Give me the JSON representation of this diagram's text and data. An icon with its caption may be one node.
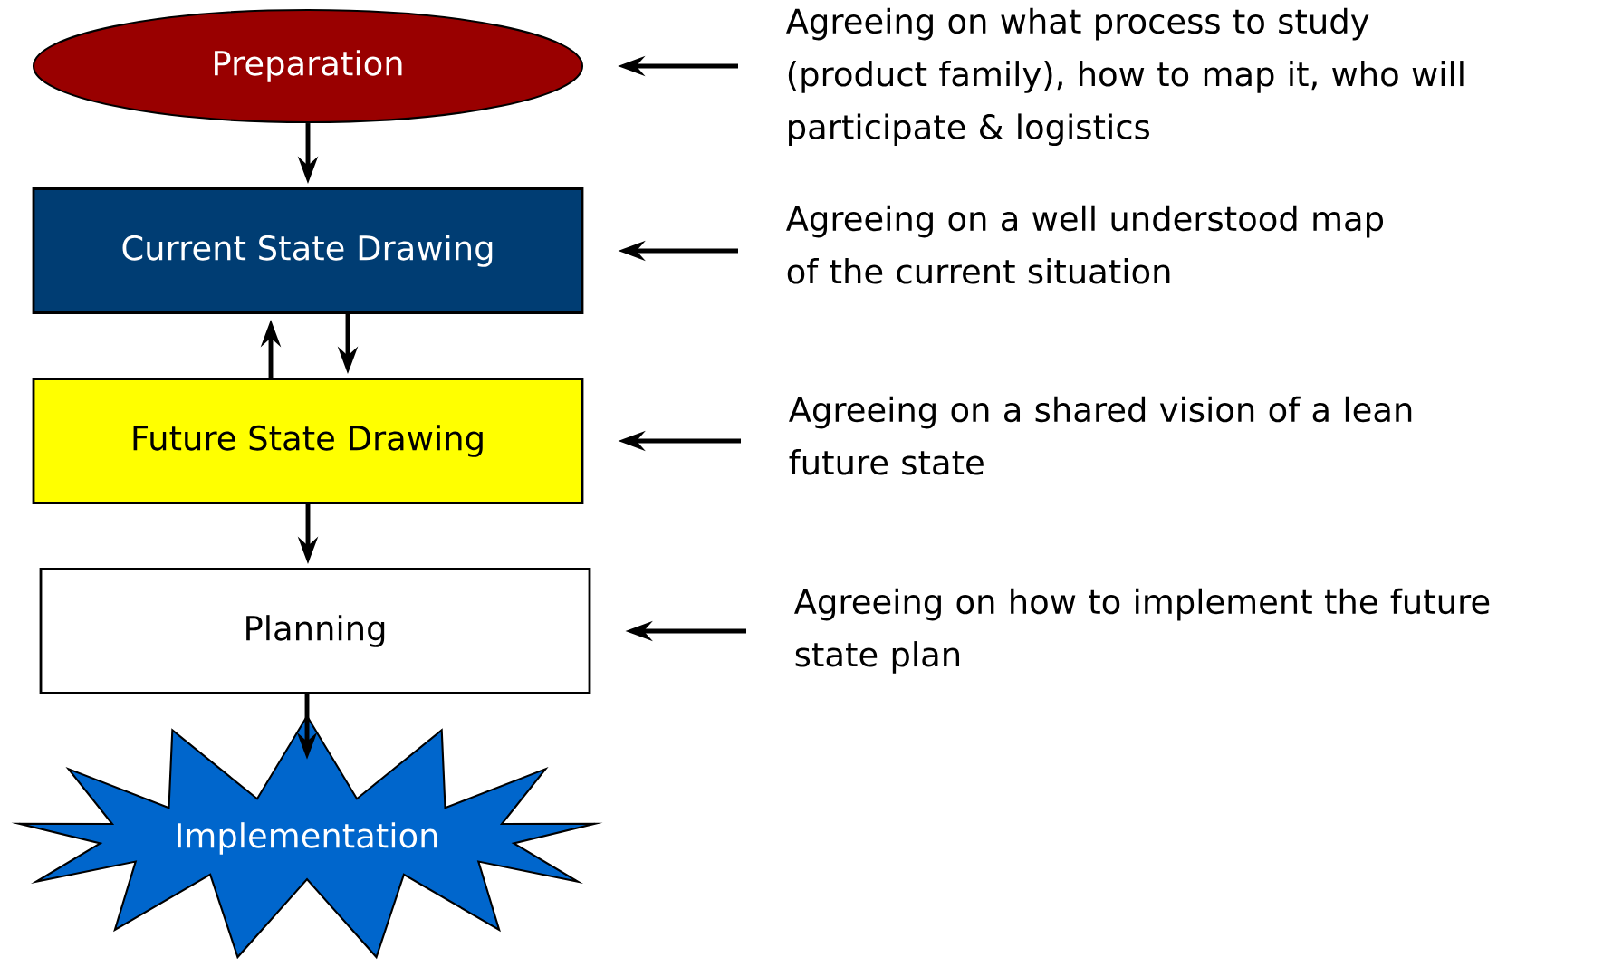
{
  "diagram": {
    "nodes": [
      {
        "text": [
          "Preparation"
        ]
      },
      {
        "text": [
          "Current State Drawing"
        ]
      },
      {
        "text": [
          "Future State Drawing"
        ]
      },
      {
        "text": [
          "Planning"
        ]
      },
      {
        "text": [
          "Implementation"
        ]
      },
      {
        "text": [
          "Agreeing on what process to study (product family), how to map it, who will participate & logistics"
        ]
      },
      {
        "text": [
          "Agreeing on a well understood map of the current situation"
        ]
      },
      {
        "text": [
          "Agreeing on a shared vision of a lean future state"
        ]
      },
      {
        "text": [
          "Agreeing on how to implement the future state plan"
        ]
      }
    ],
    "edges": [
      {
        "from": 0,
        "to": 1,
        "arrow": "to"
      },
      {
        "from": 2,
        "to": 1,
        "arrow": "to"
      },
      {
        "from": 1,
        "to": 2,
        "arrow": "to"
      },
      {
        "from": 2,
        "to": 3,
        "arrow": "to"
      },
      {
        "from": 3,
        "to": 4,
        "arrow": "to"
      },
      {
        "from": 5,
        "to": 0,
        "arrow": "to"
      },
      {
        "from": 6,
        "to": 1,
        "arrow": "to"
      },
      {
        "from": 7,
        "to": 2,
        "arrow": "to"
      },
      {
        "from": 8,
        "to": 3,
        "arrow": "to"
      }
    ]
  }
}
